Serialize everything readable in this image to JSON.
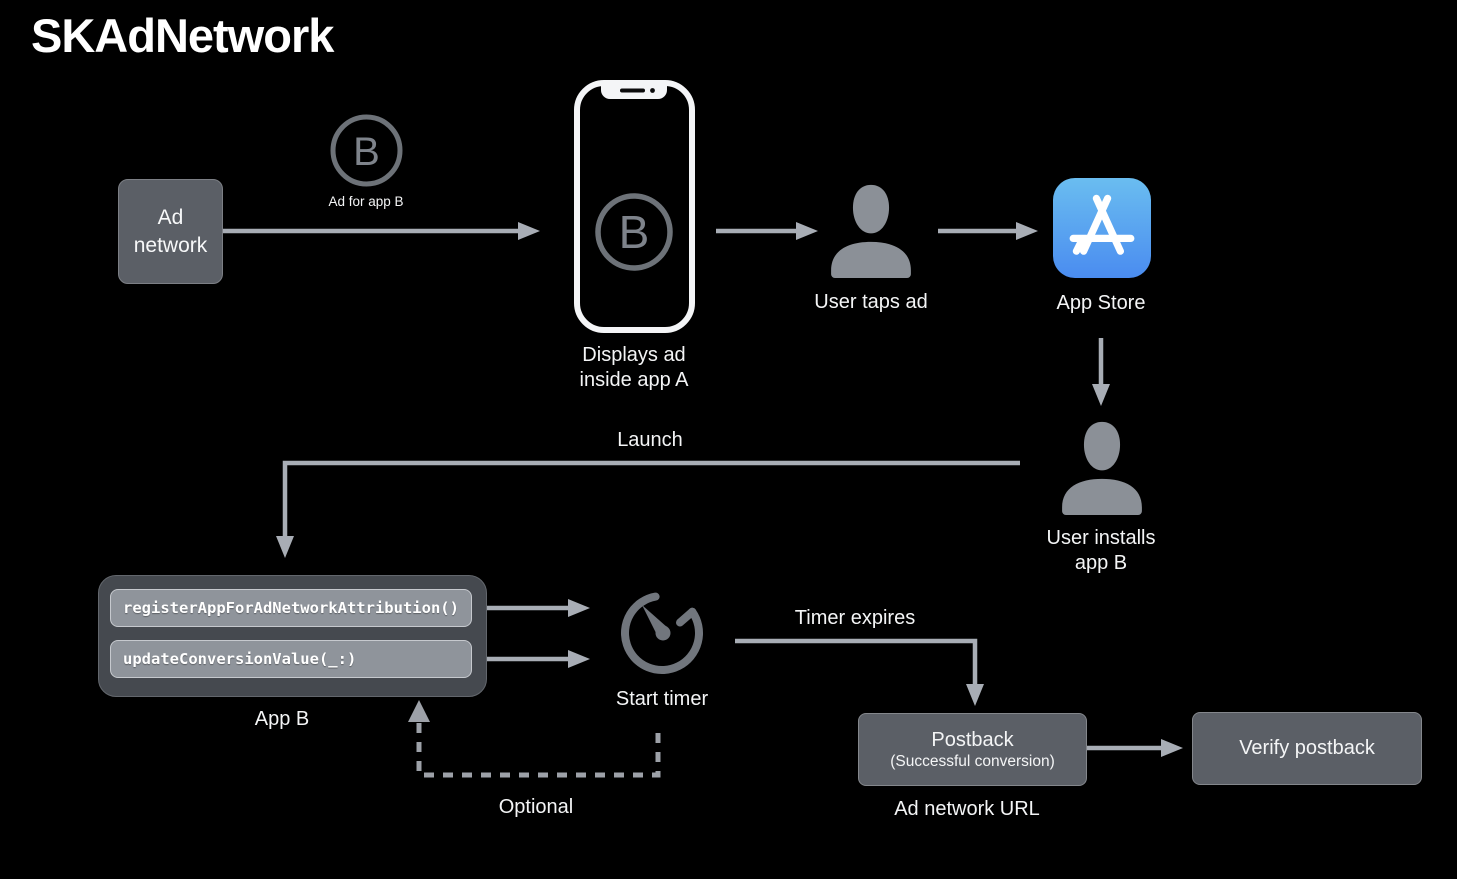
{
  "title": "SKAdNetwork",
  "colors": {
    "background": "#000000",
    "box_fill": "#5b5f66",
    "box_border": "#84878c",
    "appb_fill": "#45494f",
    "pill_fill": "#8f949b",
    "line": "#a8adb5",
    "icon_gray": "#71767d",
    "silhouette": "#8b9097",
    "phone_white": "#f4f5f7",
    "app_store_top": "#6abdf0",
    "app_store_bottom": "#4a8cf0",
    "text": "#f4f5f6"
  },
  "icons": {
    "b-badge-icon": "circled letter B",
    "iphone-icon": "phone outline with notch",
    "user-icon": "person silhouette",
    "app-store-icon": "App Store A glyph on blue gradient",
    "timer-icon": "stopwatch dial with needle"
  },
  "nodes": {
    "ad_network": {
      "label": "Ad network"
    },
    "ad_badge": {
      "letter": "B",
      "caption": "Ad for app B"
    },
    "phone": {
      "letter": "B",
      "caption": "Displays ad\ninside app A"
    },
    "user_taps": {
      "caption": "User taps ad"
    },
    "app_store": {
      "caption": "App Store"
    },
    "user_installs": {
      "caption": "User installs\napp B"
    },
    "app_b": {
      "code_lines": [
        "registerAppForAdNetworkAttribution()",
        "updateConversionValue(_:)"
      ],
      "caption": "App B"
    },
    "start_timer": {
      "caption": "Start timer"
    },
    "postback": {
      "title": "Postback",
      "subtitle": "(Successful conversion)",
      "caption": "Ad network URL"
    },
    "verify": {
      "label": "Verify postback"
    }
  },
  "edge_labels": {
    "launch": "Launch",
    "timer_expires": "Timer expires",
    "optional": "Optional"
  }
}
